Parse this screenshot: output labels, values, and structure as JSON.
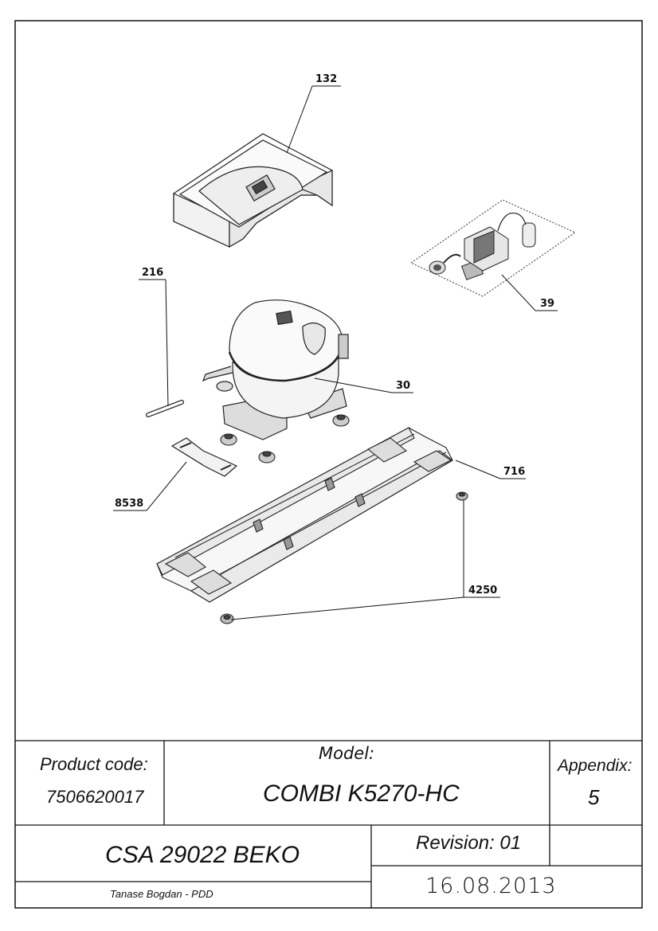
{
  "callouts": {
    "c132": "132",
    "c216": "216",
    "c39": "39",
    "c30": "30",
    "c716": "716",
    "c8538": "8538",
    "c4250": "4250"
  },
  "title_block": {
    "product_code_label": "Product code:",
    "product_code": "7506620017",
    "model_label": "Model:",
    "model": "COMBI K5270-HC",
    "appendix_label": "Appendix:",
    "appendix": "5",
    "document": "CSA 29022 BEKO",
    "revision": "Revision: 01",
    "author": "Tanase Bogdan - PDD",
    "date": "16.08.2013"
  }
}
